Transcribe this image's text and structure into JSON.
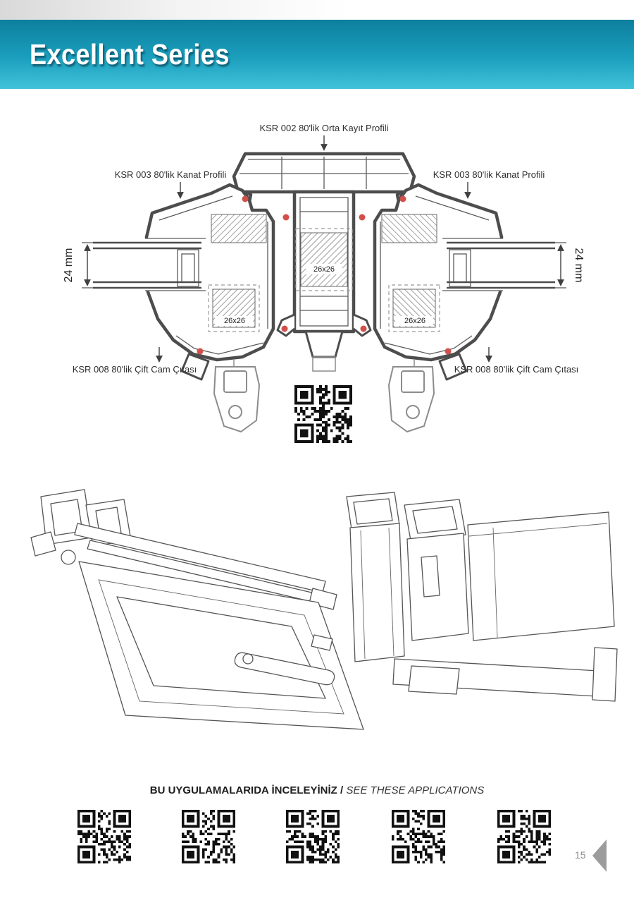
{
  "colors": {
    "header_top": "#0d7f9e",
    "header_bottom": "#41c3da",
    "accent_red": "#d2504a",
    "drawing_stroke": "#4d4d4d",
    "page_number_gray": "#8a8a8a"
  },
  "header": {
    "title": "Excellent Series"
  },
  "diagram": {
    "labels": {
      "orta_kayit": "KSR 002 80'lik Orta Kayıt Profili",
      "kanat_left": "KSR 003 80'lik Kanat Profili",
      "kanat_right": "KSR 003 80'lik Kanat Profili",
      "cita_left": "KSR 008 80'lik Çift Cam Çıtası",
      "cita_right": "KSR 008 80'lik Çift Cam Çıtası"
    },
    "dimensions": {
      "left": "24 mm",
      "right": "24 mm"
    },
    "steel_reinforcements": {
      "center": "26x26",
      "left": "26x26",
      "right": "26x26"
    }
  },
  "applications": {
    "caption_tr": "BU UYGULAMALARIDA İNCELEYİNİZ /",
    "caption_en": "SEE THESE APPLICATIONS",
    "qr_count": 5
  },
  "footer": {
    "page_number": "15"
  }
}
